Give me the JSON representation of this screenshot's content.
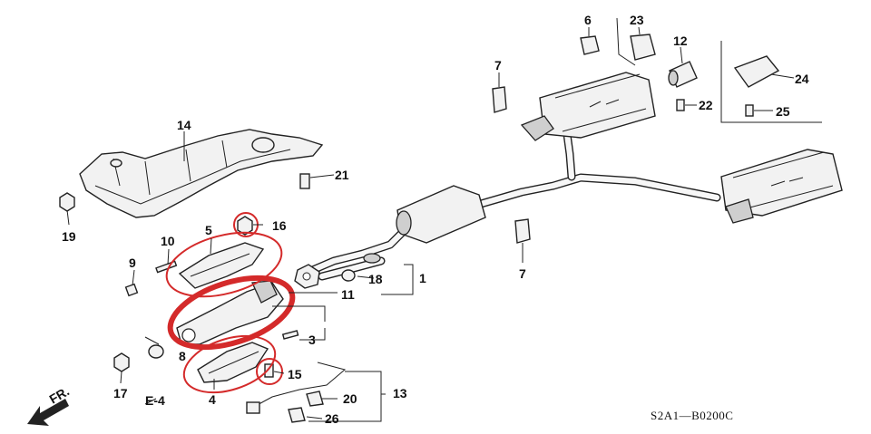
{
  "diagram": {
    "diagram_code": "S2A1—B0200C",
    "front_label": "FR.",
    "ref_label": "E-4",
    "highlight_color": "#d42a2a",
    "callouts": [
      {
        "id": "c1",
        "text": "1"
      },
      {
        "id": "c3",
        "text": "3"
      },
      {
        "id": "c4",
        "text": "4"
      },
      {
        "id": "c5",
        "text": "5"
      },
      {
        "id": "c6",
        "text": "6"
      },
      {
        "id": "c7a",
        "text": "7"
      },
      {
        "id": "c7b",
        "text": "7"
      },
      {
        "id": "c8",
        "text": "8"
      },
      {
        "id": "c9",
        "text": "9"
      },
      {
        "id": "c10",
        "text": "10"
      },
      {
        "id": "c11",
        "text": "11"
      },
      {
        "id": "c12",
        "text": "12"
      },
      {
        "id": "c13",
        "text": "13"
      },
      {
        "id": "c14",
        "text": "14"
      },
      {
        "id": "c15",
        "text": "15"
      },
      {
        "id": "c16",
        "text": "16"
      },
      {
        "id": "c17",
        "text": "17"
      },
      {
        "id": "c18",
        "text": "18"
      },
      {
        "id": "c19",
        "text": "19"
      },
      {
        "id": "c20",
        "text": "20"
      },
      {
        "id": "c21",
        "text": "21"
      },
      {
        "id": "c22",
        "text": "22"
      },
      {
        "id": "c23",
        "text": "23"
      },
      {
        "id": "c24",
        "text": "24"
      },
      {
        "id": "c25",
        "text": "25"
      },
      {
        "id": "c26",
        "text": "26"
      }
    ]
  }
}
